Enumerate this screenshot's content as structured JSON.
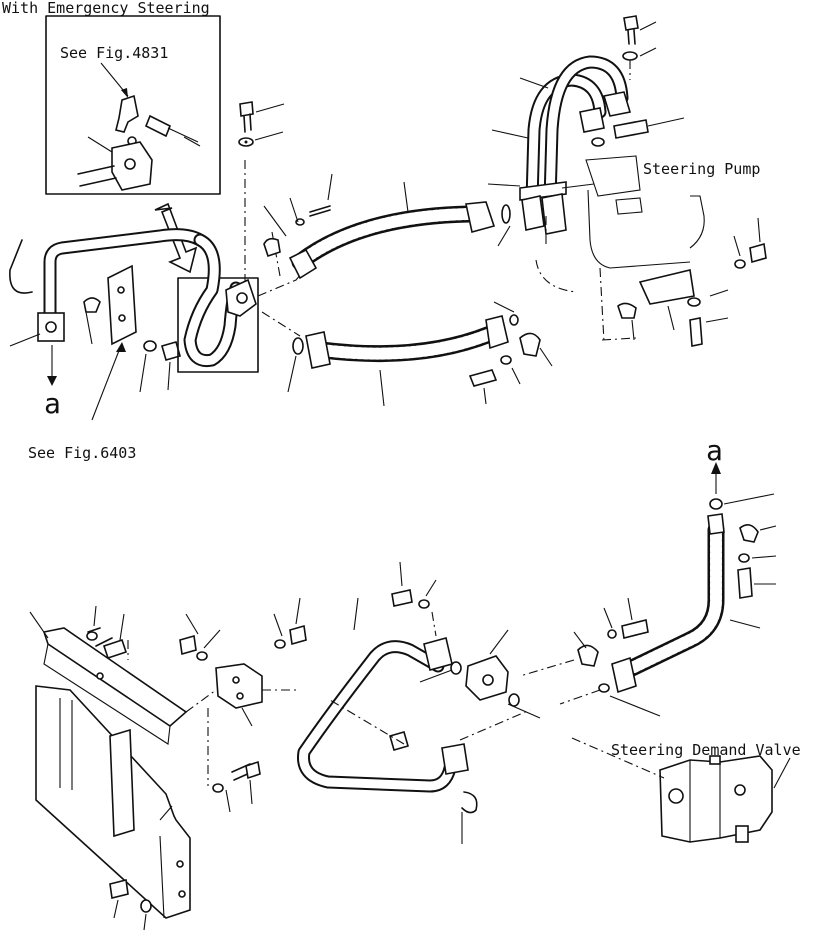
{
  "labels": {
    "emergency_title": "With Emergency Steering",
    "see_fig_4831": "See Fig.4831",
    "steering_pump": "Steering Pump",
    "see_fig_6403": "See Fig.6403",
    "steering_demand_valve": "Steering Demand Valve",
    "mark_a_top": "a",
    "mark_a_bottom": "a"
  }
}
